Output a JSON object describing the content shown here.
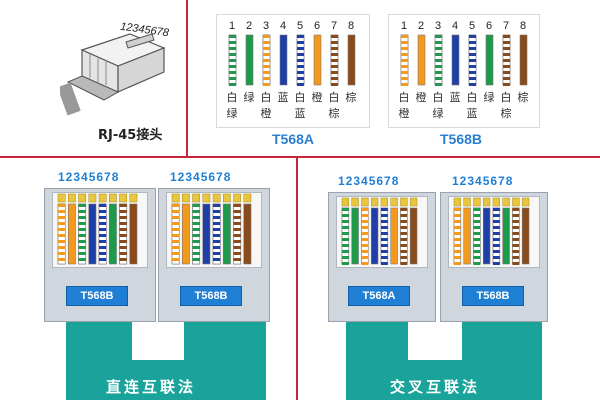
{
  "connector": {
    "pin_numbers": "12345678",
    "caption": "RJ-45接头"
  },
  "standards": [
    {
      "name": "T568A",
      "pins": [
        "1",
        "2",
        "3",
        "4",
        "5",
        "6",
        "7",
        "8"
      ],
      "wire_labels": [
        [
          "白",
          "绿"
        ],
        [
          "绿",
          ""
        ],
        [
          "白",
          "橙"
        ],
        [
          "蓝",
          ""
        ],
        [
          "白",
          "蓝"
        ],
        [
          "橙",
          ""
        ],
        [
          "白",
          "棕"
        ],
        [
          "棕",
          ""
        ]
      ],
      "wire_colors": [
        [
          "#ffffff",
          "#1d9a4a"
        ],
        [
          "#1d9a4a",
          "#1d9a4a"
        ],
        [
          "#ffffff",
          "#f39a1e"
        ],
        [
          "#1f3fa8",
          "#1f3fa8"
        ],
        [
          "#ffffff",
          "#1f3fa8"
        ],
        [
          "#f39a1e",
          "#f39a1e"
        ],
        [
          "#ffffff",
          "#8a4a1a"
        ],
        [
          "#8a4a1a",
          "#8a4a1a"
        ]
      ]
    },
    {
      "name": "T568B",
      "pins": [
        "1",
        "2",
        "3",
        "4",
        "5",
        "6",
        "7",
        "8"
      ],
      "wire_labels": [
        [
          "白",
          "橙"
        ],
        [
          "橙",
          ""
        ],
        [
          "白",
          "绿"
        ],
        [
          "蓝",
          ""
        ],
        [
          "白",
          "蓝"
        ],
        [
          "绿",
          ""
        ],
        [
          "白",
          "棕"
        ],
        [
          "棕",
          ""
        ]
      ],
      "wire_colors": [
        [
          "#ffffff",
          "#f39a1e"
        ],
        [
          "#f39a1e",
          "#f39a1e"
        ],
        [
          "#ffffff",
          "#1d9a4a"
        ],
        [
          "#1f3fa8",
          "#1f3fa8"
        ],
        [
          "#ffffff",
          "#1f3fa8"
        ],
        [
          "#1d9a4a",
          "#1d9a4a"
        ],
        [
          "#ffffff",
          "#8a4a1a"
        ],
        [
          "#8a4a1a",
          "#8a4a1a"
        ]
      ]
    }
  ],
  "straight": {
    "title": "直连互联法",
    "left_nums": "12345678",
    "right_nums": "12345678",
    "left_standard": "T568B",
    "right_standard": "T568B"
  },
  "crossover": {
    "title": "交叉互联法",
    "left_nums": "12345678",
    "right_nums": "12345678",
    "left_standard": "T568A",
    "right_standard": "T568B"
  }
}
